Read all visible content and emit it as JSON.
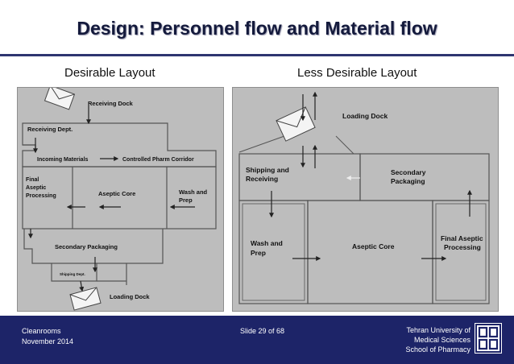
{
  "title": "Design: Personnel flow and Material flow",
  "left_caption": "Desirable Layout",
  "right_caption": "Less Desirable Layout",
  "left_diagram": {
    "receiving_dock": "Receiving Dock",
    "receiving_dept": "Receiving Dept.",
    "incoming_materials": "Incoming Materials",
    "controlled_pharm_corridor": "Controlled Pharm Corridor",
    "final_aseptic_processing": [
      "Final",
      "Aseptic",
      "Processing"
    ],
    "aseptic_core": "Aseptic Core",
    "wash_and_prep": [
      "Wash and",
      "Prep"
    ],
    "secondary_packaging": "Secondary Packaging",
    "shipping_dept": "Shipping Dept.",
    "loading_dock": "Loading Dock"
  },
  "right_diagram": {
    "loading_dock": "Loading Dock",
    "shipping_and_receiving": [
      "Shipping and",
      "Receiving"
    ],
    "secondary_packaging": [
      "Secondary",
      "Packaging"
    ],
    "wash_and_prep": [
      "Wash and",
      "Prep"
    ],
    "aseptic_core": "Aseptic Core",
    "final_aseptic_processing": [
      "Final Aseptic",
      "Processing"
    ]
  },
  "footer": {
    "left_line1": "Cleanrooms",
    "left_line2": "November 2014",
    "slide_number": "Slide 29  of 68",
    "right_line1": "Tehran University of",
    "right_line2": "Medical Sciences",
    "right_line3": "School of Pharmacy"
  },
  "colors": {
    "title": "#141a3c",
    "rule": "#2e3570",
    "footer_bg": "#1d2468",
    "panel_bg": "#bdbdbd"
  }
}
